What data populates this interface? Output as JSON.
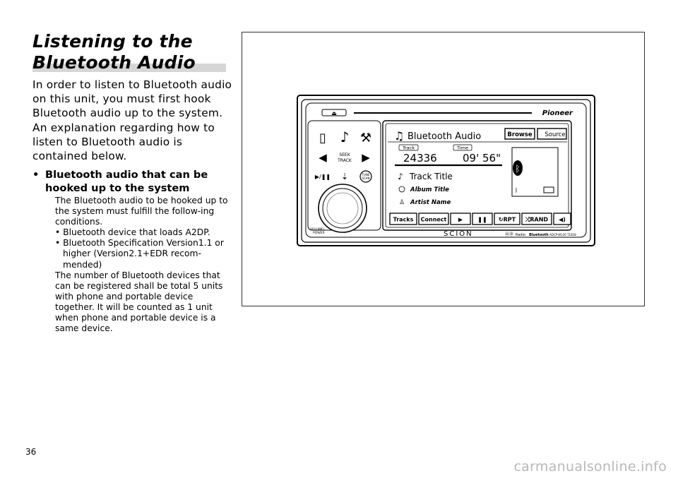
{
  "title": {
    "line1": "Listening to the",
    "line2": "Bluetooth Audio"
  },
  "intro": "In order to listen to Bluetooth audio on this unit, you must first hook Bluetooth audio up to the system. An explanation regarding how to listen to Bluetooth audio is contained below.",
  "bullet": {
    "marker": "•",
    "heading_line1": "Bluetooth audio that can be",
    "heading_line2": "hooked up to the system"
  },
  "body": {
    "p1": "The Bluetooth audio to be hooked up to the system must fulfill the follow-ing conditions.",
    "item1": "• Bluetooth device that loads A2DP.",
    "item2": "• Bluetooth Specification Version1.1 or higher (Version2.1+EDR recom-mended)",
    "p2": "The number of Bluetooth devices that can be registered shall be total 5 units with phone and portable device together. It will be counted as 1 unit when phone and portable device is a same device."
  },
  "device": {
    "brand": "Pioneer",
    "screen_title": "Bluetooth Audio",
    "browse_button": "Browse",
    "source_button": "Source",
    "track_label": "Track",
    "time_label": "Time",
    "track_number": "24336",
    "time_value": "09' 56\"",
    "track_title": "Track Title",
    "album_title": "Album Title",
    "artist_name": "Artist Name",
    "soft_keys": [
      "Tracks",
      "Connect",
      "▶",
      "❚❚",
      "↻RPT",
      "⤮RAND",
      "◀)"
    ],
    "seek_label_1": "SEEK",
    "seek_label_2": "TRACK",
    "tune_label_1": "TUNE",
    "tune_label_2": "SCAN",
    "volume_label_1": "VOLUME/",
    "volume_label_2": "POWER",
    "play_pause": "▶/❚❚",
    "logo": "SCION",
    "hd_radio": "Radio",
    "bt_badge": "Bluetooth",
    "model": "ADCP-W120  T1818"
  },
  "page_number": "36",
  "watermark": "carmanualsonline.info"
}
